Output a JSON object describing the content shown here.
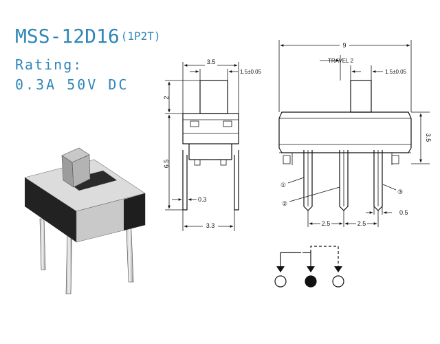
{
  "header": {
    "model": "MSS-12D16",
    "pole_config": "(1P2T)",
    "rating_label": "Rating:",
    "rating_value": "0.3A 50V DC"
  },
  "side_view": {
    "top_width": "3.5",
    "actuator_height": "2",
    "actuator_width": "1.5±0.05",
    "body_pin_height": "6.5",
    "pin_thickness": "0.3",
    "pin_spacing": "3.3"
  },
  "front_view": {
    "total_length": "9",
    "travel": "TRAVEL 2",
    "actuator_width": "1.5±0.05",
    "body_height": "3.5",
    "pin_pitch_left": "2.5",
    "pin_pitch_right": "2.5",
    "pin_width": "0.5",
    "pin_labels": [
      "③",
      "②",
      "①"
    ]
  },
  "colors": {
    "header_text": "#2f86b8",
    "drawing": "#111111",
    "body_dark": "#1a1a1a",
    "body_light": "#d9d9d9"
  }
}
